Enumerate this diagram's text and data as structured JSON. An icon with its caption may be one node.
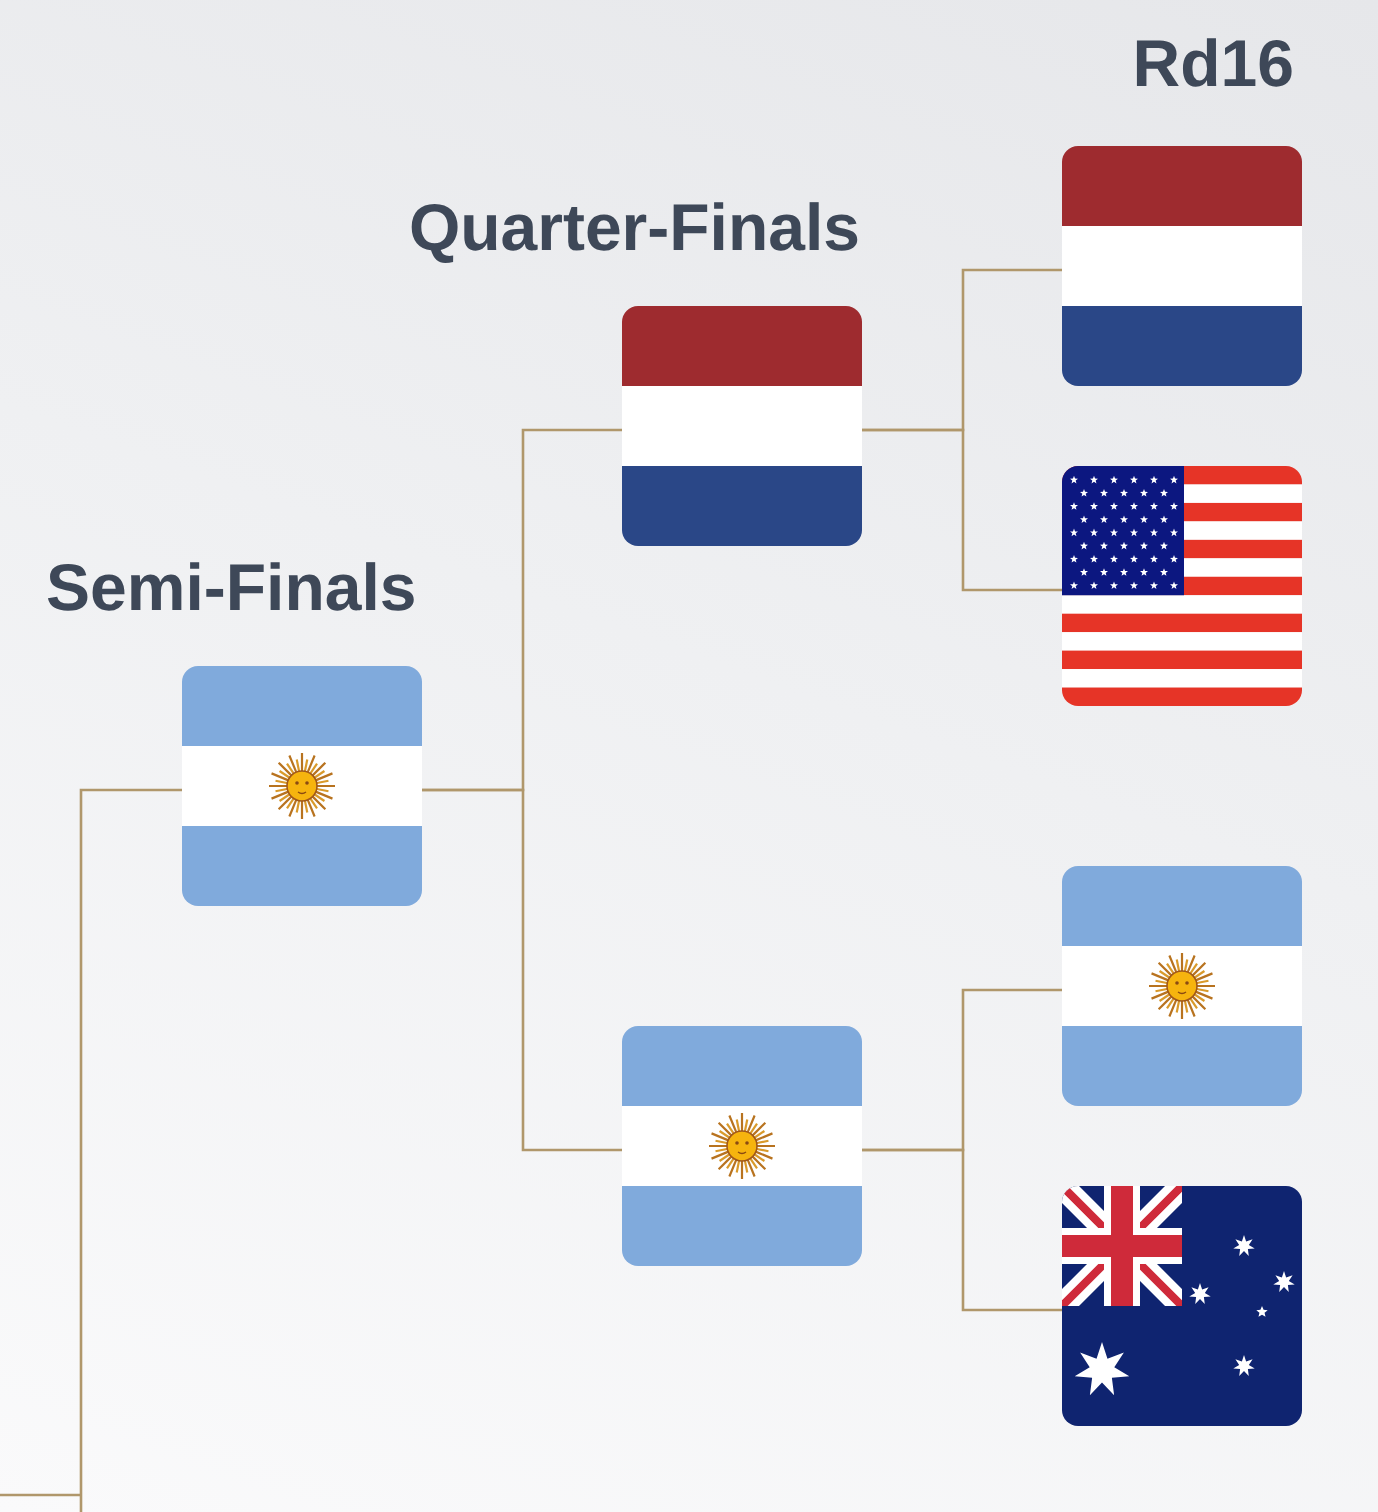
{
  "diagram": {
    "nodes": [
      {
        "text": [],
        "shape": "picture"
      },
      {
        "text": [],
        "shape": "picture"
      },
      {
        "text": [],
        "shape": "picture"
      },
      {
        "text": [],
        "shape": "picture"
      },
      {
        "text": [],
        "shape": "picture"
      },
      {
        "text": [],
        "shape": "picture"
      },
      {
        "text": [],
        "shape": "picture"
      }
    ],
    "edges": [
      {
        "from": 0,
        "to": 1,
        "arrow": "none"
      },
      {
        "from": 2,
        "to": 1,
        "arrow": "none"
      },
      {
        "from": 1,
        "to": 3,
        "arrow": "none"
      },
      {
        "from": 5,
        "to": 3,
        "arrow": "none"
      },
      {
        "from": 4,
        "to": 5,
        "arrow": "none"
      },
      {
        "from": 6,
        "to": 5,
        "arrow": "none"
      },
      {
        "from": 3,
        "to": null,
        "arrow": "none"
      }
    ],
    "labels": [
      "Rd16",
      "Quarter-Finals",
      "Semi-Finals"
    ]
  }
}
